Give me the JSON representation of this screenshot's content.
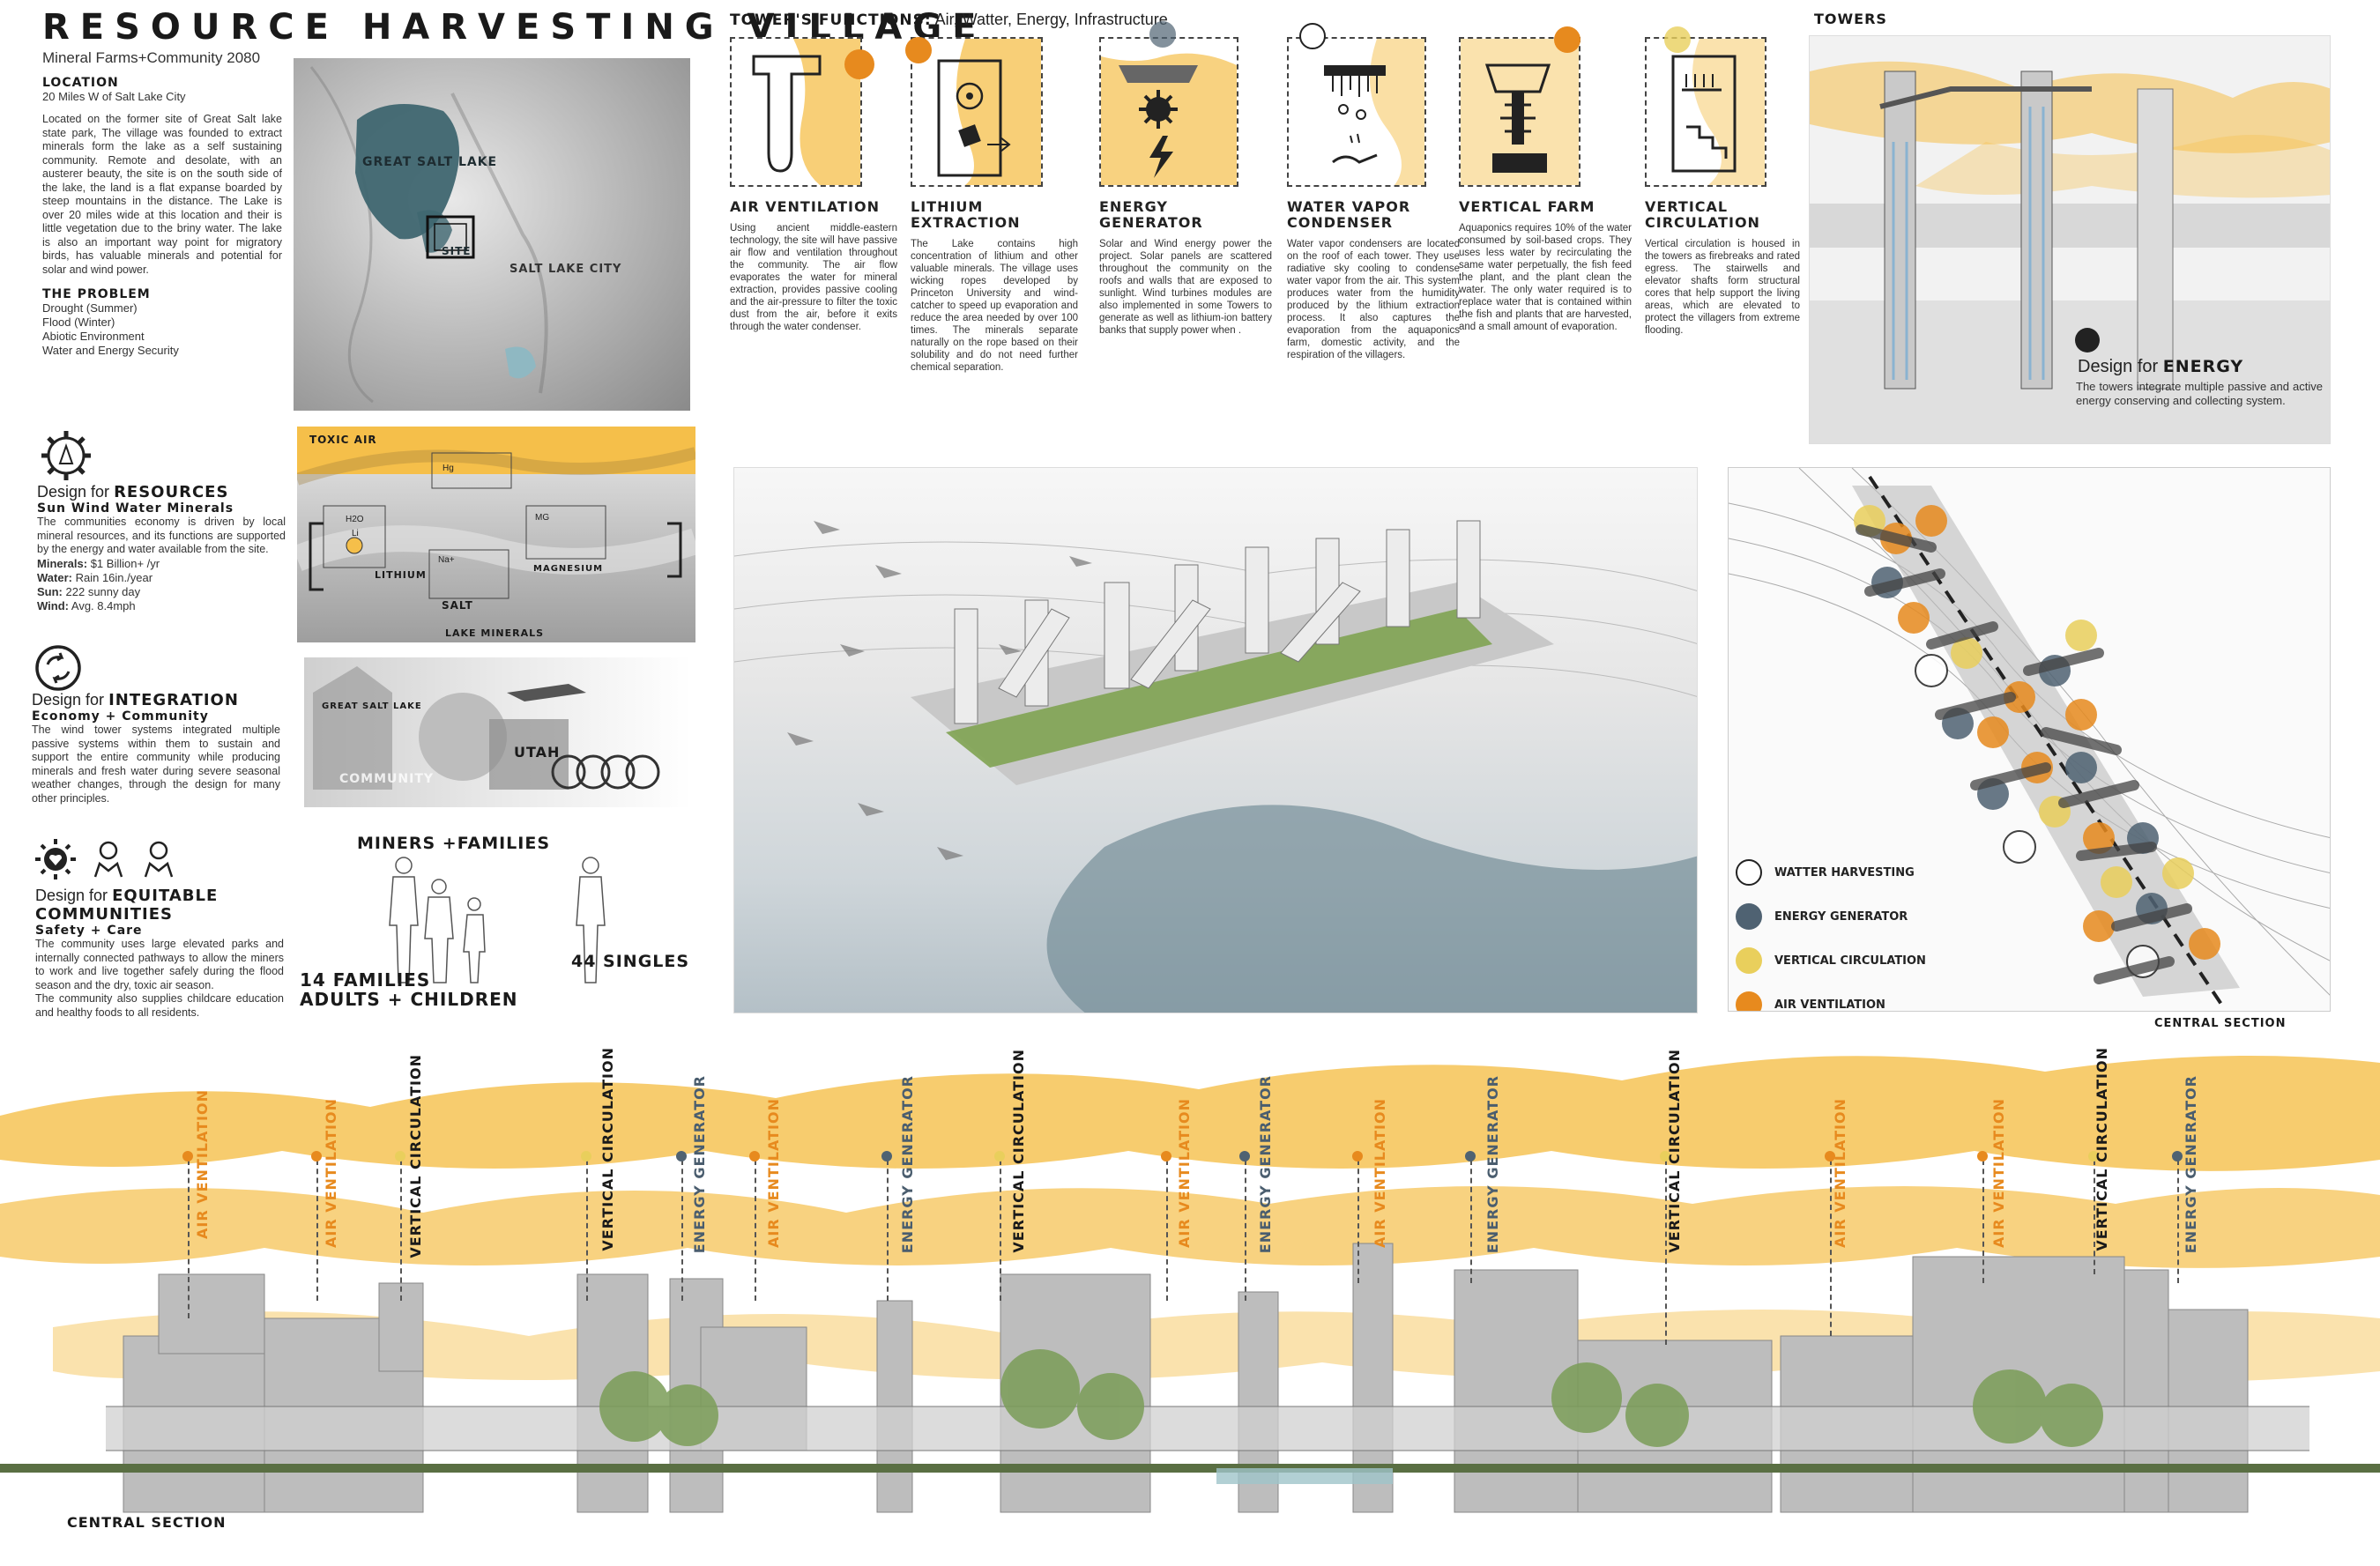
{
  "header": {
    "title": "RESOURCE HARVESTING VILLAGE",
    "subtitle": "Mineral Farms+Community 2080"
  },
  "location": {
    "heading": "LOCATION",
    "place": "20 Miles W of Salt Lake City",
    "description": "Located on the former site of Great Salt lake state park, The village was founded to extract minerals form the lake as a self sustaining community. Remote and desolate, with an austerer beauty, the site is on the south side of the lake, the land is a flat expanse boarded by steep mountains in the distance. The Lake is over 20 miles wide at this location and their is little vegetation due to the briny water. The lake is also an important way point for migratory birds, has valuable minerals and potential for solar and wind power."
  },
  "problem": {
    "heading": "THE PROBLEM",
    "items": [
      "Drought (Summer)",
      "Flood (Winter)",
      "Abiotic Environment",
      "Water and Energy Security"
    ]
  },
  "map": {
    "label_lake": "GREAT SALT LAKE",
    "label_site": "SITE",
    "label_city": "SALT LAKE CITY"
  },
  "minerals_panel": {
    "top_label": "TOXIC AIR",
    "bottom_label": "LAKE MINERALS",
    "lithium": "LITHIUM",
    "salt": "SALT",
    "magnesium": "MAGNESIUM",
    "h2o": "H2O",
    "hg": "Hg",
    "li": "Li",
    "mg": "MG",
    "na": "Na+"
  },
  "resources": {
    "prefix": "Design for",
    "heading": "RESOURCES",
    "sub": "Sun Wind Water Minerals",
    "text": "The communities economy is driven by local mineral resources, and its functions are supported by the energy and water available from the site.",
    "stats": [
      {
        "k": "Minerals:",
        "v": "$1 Billion+ /yr"
      },
      {
        "k": "Water:",
        "v": "Rain 16in./year"
      },
      {
        "k": "Sun:",
        "v": "222 sunny day"
      },
      {
        "k": "Wind:",
        "v": "Avg. 8.4mph"
      }
    ]
  },
  "integration": {
    "prefix": "Design for",
    "heading": "INTEGRATION",
    "sub": "Economy + Community",
    "text": "The wind tower systems integrated multiple passive systems within them to sustain and support the entire community while producing minerals and fresh water during severe seasonal weather changes, through the design for many other principles."
  },
  "collage": {
    "label_lake": "GREAT SALT LAKE",
    "label_utah": "UTAH",
    "label_community": "COMMUNITY"
  },
  "equitable": {
    "prefix": "Design for",
    "heading": "EQUITABLE COMMUNITIES",
    "sub": "Safety + Care",
    "text1": "The community uses large elevated parks and internally connected pathways to allow the miners to work and live together safely during the flood season and the dry, toxic air season.",
    "text2": "The community also supplies childcare education and healthy foods to all residents."
  },
  "people": {
    "heading": "MINERS +FAMILIES",
    "families_line1": "14 FAMILIES",
    "families_line2": "ADULTS + CHILDREN",
    "singles": "44 SINGLES"
  },
  "functions": {
    "heading": "TOWER'S FUNCTIONS:",
    "heading_rest": "Air, Watter, Energy, Infrastructure",
    "items": [
      {
        "name": "AIR VENTILATION",
        "text": "Using ancient middle-eastern technology, the site will have passive air flow and ventilation throughout the community. The air flow evaporates the water for mineral extraction, provides passive cooling and the air-pressure to filter the toxic dust from the air, before it exits through the water condenser."
      },
      {
        "name": "LITHIUM EXTRACTION",
        "text": "The Lake contains high concentration of lithium and other valuable minerals. The village uses wicking ropes developed by Princeton University and wind-catcher to speed up evaporation and reduce the area needed by over 100 times. The minerals separate naturally on the rope based on their solubility and do not need further chemical separation."
      },
      {
        "name": "ENERGY GENERATOR",
        "text": "Solar and Wind energy power the project. Solar panels are scattered throughout the community on the roofs and walls that are exposed to sunlight. Wind turbines modules are also implemented in some Towers to generate as well as lithium-ion battery banks that supply power when ."
      },
      {
        "name": "WATER VAPOR CONDENSER",
        "text": "Water vapor condensers are located on the roof of each tower. They use radiative sky cooling to condense water vapor from the air. This system produces water from the humidity produced by the lithium extraction process. It also captures the evaporation from the aquaponics farm, domestic activity, and the respiration of the villagers."
      },
      {
        "name": "VERTICAL FARM",
        "text": "Aquaponics requires 10% of the water consumed by soil-based crops. They uses less water by recirculating the same water perpetually, the fish feed the plant, and the plant clean the water. The only water required is to replace water that is contained within the fish and plants that are harvested, and a small amount of evaporation."
      },
      {
        "name": "VERTICAL CIRCULATION",
        "text": "Vertical circulation is housed in the towers as firebreaks and rated egress. The stairwells and elevator shafts form structural cores that help support the living areas, which are elevated to protect the villagers from extreme flooding."
      }
    ]
  },
  "towers": {
    "heading": "TOWERS",
    "energy_prefix": "Design for",
    "energy_heading": "ENERGY",
    "energy_text": "The towers integrate multiple passive and active energy conserving and collecting system."
  },
  "legend": {
    "items": [
      {
        "label": "WATTER HARVESTING",
        "color": "#ffffff"
      },
      {
        "label": "ENERGY GENERATOR",
        "color": "#4f6272"
      },
      {
        "label": "VERTICAL CIRCULATION",
        "color": "#e9cf5c"
      },
      {
        "label": "AIR VENTILATION",
        "color": "#e78a1e"
      }
    ],
    "plan_caption": "CENTRAL SECTION"
  },
  "section": {
    "caption": "CENTRAL SECTION",
    "labels": [
      {
        "text": "AIR VENTILATION",
        "color": "#e78a1e"
      },
      {
        "text": "AIR VENTILATION",
        "color": "#e78a1e"
      },
      {
        "text": "VERTICAL CIRCULATION",
        "color": "#1a1a1a"
      },
      {
        "text": "VERTICAL CIRCULATION",
        "color": "#1a1a1a"
      },
      {
        "text": "ENERGY GENERATOR",
        "color": "#4a5d6e"
      },
      {
        "text": "AIR VENTILATION",
        "color": "#e78a1e"
      },
      {
        "text": "ENERGY GENERATOR",
        "color": "#4a5d6e"
      },
      {
        "text": "VERTICAL CIRCULATION",
        "color": "#1a1a1a"
      },
      {
        "text": "AIR VENTILATION",
        "color": "#e78a1e"
      },
      {
        "text": "ENERGY GENERATOR",
        "color": "#4a5d6e"
      },
      {
        "text": "AIR VENTILATION",
        "color": "#e78a1e"
      },
      {
        "text": "ENERGY GENERATOR",
        "color": "#4a5d6e"
      },
      {
        "text": "VERTICAL CIRCULATION",
        "color": "#1a1a1a"
      },
      {
        "text": "AIR VENTILATION",
        "color": "#e78a1e"
      },
      {
        "text": "AIR VENTILATION",
        "color": "#e78a1e"
      },
      {
        "text": "VERTICAL CIRCULATION",
        "color": "#1a1a1a"
      },
      {
        "text": "ENERGY GENERATOR",
        "color": "#4a5d6e"
      }
    ]
  },
  "colors": {
    "accent_orange": "#e78a1e",
    "accent_yellow": "#f5bf4a",
    "slate": "#4f6272",
    "concrete": "#b9b9b9"
  }
}
